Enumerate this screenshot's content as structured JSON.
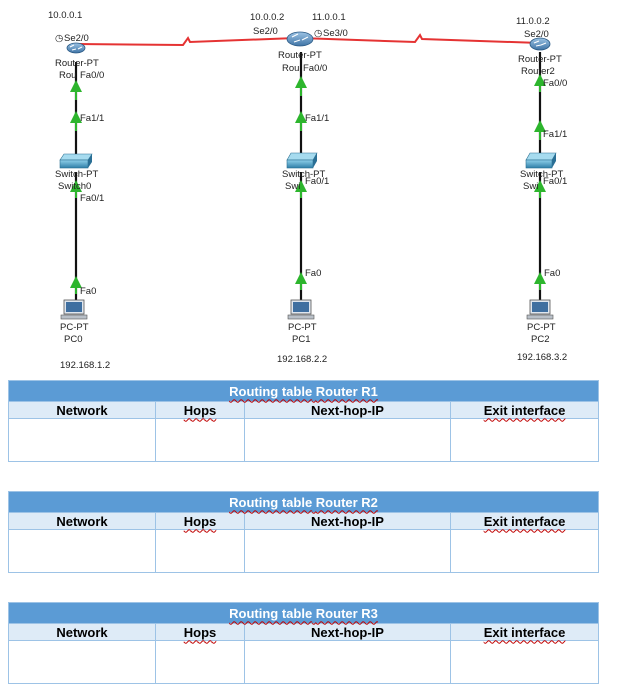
{
  "topology": {
    "routers": [
      {
        "label_line1": "Router-PT",
        "label_line2": "Rou",
        "port_top_left": "Se2/0",
        "port_down": "Fa0/0",
        "ip": "10.0.0.1"
      },
      {
        "label_line1": "Router-PT",
        "label_line2": "Rou",
        "port_top_left": "Se2/0",
        "port_top_right": "Se3/0",
        "port_down": "Fa0/0",
        "ip_left": "10.0.0.2",
        "ip_right": "11.0.0.1"
      },
      {
        "label_line1": "Router-PT",
        "label_line2": "Router2",
        "port_top_left": "Se2/0",
        "port_down": "Fa0/0",
        "ip": "11.0.0.2"
      }
    ],
    "switches": [
      {
        "label_line1": "Switch-PT",
        "label_line2": "Switch0",
        "port_up": "Fa1/1",
        "port_down": "Fa0/1"
      },
      {
        "label_line1": "Switch-PT",
        "label_line2": "Swi",
        "port_up": "Fa1/1",
        "port_down": "Fa0/1"
      },
      {
        "label_line1": "Switch-PT",
        "label_line2": "Swi",
        "port_up": "Fa1/1",
        "port_down": "Fa0/1"
      }
    ],
    "pcs": [
      {
        "label_line1": "PC-PT",
        "label_line2": "PC0",
        "port": "Fa0",
        "ip": "192.168.1.2"
      },
      {
        "label_line1": "PC-PT",
        "label_line2": "PC1",
        "port": "Fa0",
        "ip": "192.168.2.2"
      },
      {
        "label_line1": "PC-PT",
        "label_line2": "PC2",
        "port": "Fa0",
        "ip": "192.168.3.2"
      }
    ],
    "colors": {
      "serial_link": "#e53333",
      "ethernet_link": "#111111",
      "link_arrow": "#2db52d",
      "router": "#4a7fb0",
      "switch": "#3b8fb6"
    }
  },
  "tables": [
    {
      "title_prefix": "Routing table",
      "title_router": "Router R1",
      "columns": [
        "Network",
        "Hops",
        "Next-hop-IP",
        "Exit interface"
      ]
    },
    {
      "title_prefix": "Routing table",
      "title_router": "Router R2",
      "columns": [
        "Network",
        "Hops",
        "Next-hop-IP",
        "Exit interface"
      ]
    },
    {
      "title_prefix": "Routing table",
      "title_router": "Router R3",
      "columns": [
        "Network",
        "Hops",
        "Next-hop-IP",
        "Exit interface"
      ]
    }
  ]
}
